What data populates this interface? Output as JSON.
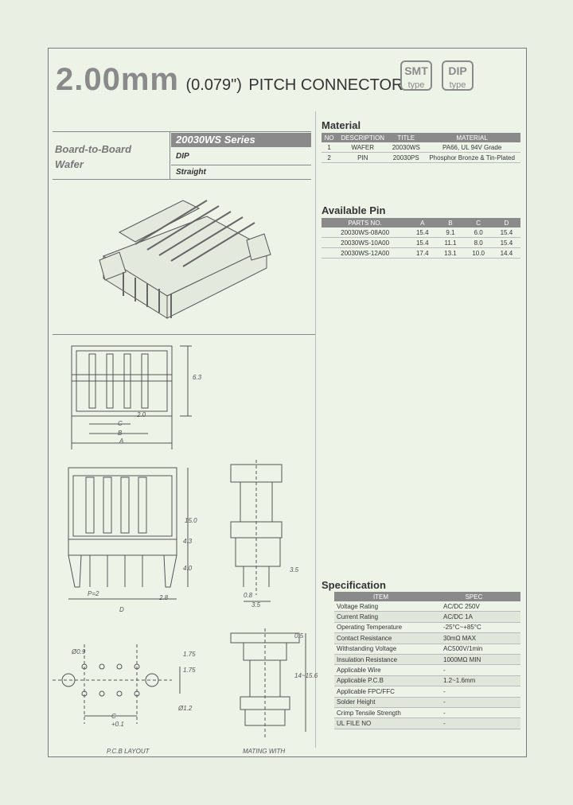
{
  "header": {
    "size": "2.00mm",
    "inch": "(0.079\")",
    "name": "PITCH CONNECTOR",
    "badges": [
      {
        "top": "SMT",
        "bottom": "type"
      },
      {
        "top": "DIP",
        "bottom": "type"
      }
    ]
  },
  "product": {
    "category_line1": "Board-to-Board",
    "category_line2": "Wafer",
    "series": "20030WS Series",
    "mount": "DIP",
    "orientation": "Straight"
  },
  "material": {
    "heading": "Material",
    "columns": [
      "NO",
      "DESCRIPTION",
      "TITLE",
      "MATERIAL"
    ],
    "rows": [
      [
        "1",
        "WAFER",
        "20030WS",
        "PA66, UL 94V Grade"
      ],
      [
        "2",
        "PIN",
        "20030PS",
        "Phosphor Bronze & Tin-Plated"
      ]
    ]
  },
  "available_pin": {
    "heading": "Available Pin",
    "columns": [
      "PARTS NO.",
      "A",
      "B",
      "C",
      "D"
    ],
    "rows": [
      [
        "20030WS-08A00",
        "15.4",
        "9.1",
        "6.0",
        "15.4"
      ],
      [
        "20030WS-10A00",
        "15.4",
        "11.1",
        "8.0",
        "15.4"
      ],
      [
        "20030WS-12A00",
        "17.4",
        "13.1",
        "10.0",
        "14.4"
      ]
    ]
  },
  "specification": {
    "heading": "Specification",
    "columns": [
      "ITEM",
      "SPEC"
    ],
    "rows": [
      [
        "Voltage Rating",
        "AC/DC 250V"
      ],
      [
        "Current Rating",
        "AC/DC 1A"
      ],
      [
        "Operating Temperature",
        "-25°C~+85°C"
      ],
      [
        "Contact Resistance",
        "30mΩ MAX"
      ],
      [
        "Withstanding Voltage",
        "AC500V/1min"
      ],
      [
        "Insulation Resistance",
        "1000MΩ MIN"
      ],
      [
        "Applicable Wire",
        "-"
      ],
      [
        "Applicable P.C.B",
        "1.2~1.6mm"
      ],
      [
        "Applicable FPC/FFC",
        "-"
      ],
      [
        "Solder Height",
        "-"
      ],
      [
        "Crimp Tensile Strength",
        "-"
      ],
      [
        "UL FILE NO",
        "-"
      ]
    ]
  },
  "drawing_labels": {
    "pcb_layout": "P.C.B LAYOUT",
    "mating_with": "MATING WITH",
    "dim_A": "A",
    "dim_B": "B",
    "dim_C": "C",
    "dim_D": "D",
    "dim_20": "2.0",
    "dim_63": "6.3",
    "dim_150": "15.0",
    "dim_43": "4.3",
    "dim_40": "4.0",
    "dim_35": "3.5",
    "dim_08": "0.8",
    "dim_35b": "3.5",
    "dim_28": "2.8",
    "dim_p2": "P=2",
    "dim_c": "C",
    "dim_hole1": "Ø0.9",
    "dim_hole2": "Ø1.2",
    "dim_1751": "1.75",
    "dim_1752": "1.75",
    "dim_tol": "+0.1",
    "dim_05": "0.5",
    "dim_range": "14~15.6"
  },
  "colors": {
    "accent": "#8a8a8a",
    "background": "#eef3e8"
  }
}
